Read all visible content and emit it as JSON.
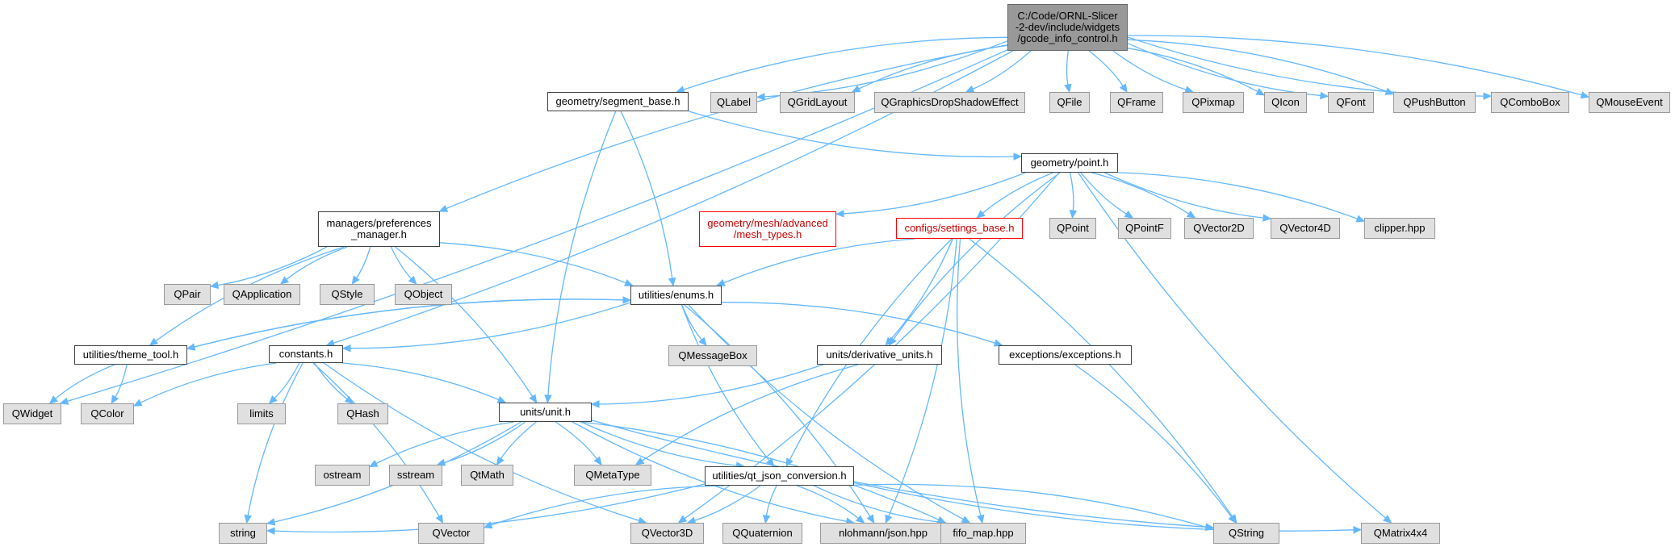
{
  "diagram": {
    "colors": {
      "edge": "#63b8ff",
      "root_fill": "#999999",
      "system_fill": "#e0e0e0",
      "local_fill": "#ffffff",
      "missing_border": "#ff0000"
    },
    "nodes": [
      {
        "id": "root",
        "label": [
          "C:/Code/ORNL-Slicer",
          "-2-dev/include/widgets",
          "/gcode_info_control.h"
        ],
        "kind": "root"
      },
      {
        "id": "qwidget",
        "label": [
          "QWidget"
        ],
        "kind": "sys"
      },
      {
        "id": "prefs",
        "label": [
          "managers/preferences",
          "_manager.h"
        ],
        "kind": "local"
      },
      {
        "id": "constants",
        "label": [
          "constants.h"
        ],
        "kind": "local"
      },
      {
        "id": "segment",
        "label": [
          "geometry/segment_base.h"
        ],
        "kind": "local"
      },
      {
        "id": "qlabel",
        "label": [
          "QLabel"
        ],
        "kind": "sys"
      },
      {
        "id": "qgridlayout",
        "label": [
          "QGridLayout"
        ],
        "kind": "sys"
      },
      {
        "id": "qshadow",
        "label": [
          "QGraphicsDropShadowEffect"
        ],
        "kind": "sys"
      },
      {
        "id": "qfile",
        "label": [
          "QFile"
        ],
        "kind": "sys"
      },
      {
        "id": "qframe",
        "label": [
          "QFrame"
        ],
        "kind": "sys"
      },
      {
        "id": "qpixmap",
        "label": [
          "QPixmap"
        ],
        "kind": "sys"
      },
      {
        "id": "qicon",
        "label": [
          "QIcon"
        ],
        "kind": "sys"
      },
      {
        "id": "qfont",
        "label": [
          "QFont"
        ],
        "kind": "sys"
      },
      {
        "id": "qpushbutton",
        "label": [
          "QPushButton"
        ],
        "kind": "sys"
      },
      {
        "id": "qcombobox",
        "label": [
          "QComboBox"
        ],
        "kind": "sys"
      },
      {
        "id": "qmouseevent",
        "label": [
          "QMouseEvent"
        ],
        "kind": "sys"
      },
      {
        "id": "point",
        "label": [
          "geometry/point.h"
        ],
        "kind": "local"
      },
      {
        "id": "meshtypes",
        "label": [
          "geometry/mesh/advanced",
          "/mesh_types.h"
        ],
        "kind": "err"
      },
      {
        "id": "settings",
        "label": [
          "configs/settings_base.h"
        ],
        "kind": "err"
      },
      {
        "id": "qpoint",
        "label": [
          "QPoint"
        ],
        "kind": "sys"
      },
      {
        "id": "qpointf",
        "label": [
          "QPointF"
        ],
        "kind": "sys"
      },
      {
        "id": "qvector2d",
        "label": [
          "QVector2D"
        ],
        "kind": "sys"
      },
      {
        "id": "qvector4d",
        "label": [
          "QVector4D"
        ],
        "kind": "sys"
      },
      {
        "id": "clipper",
        "label": [
          "clipper.hpp"
        ],
        "kind": "sys"
      },
      {
        "id": "qpair",
        "label": [
          "QPair"
        ],
        "kind": "sys"
      },
      {
        "id": "qapplication",
        "label": [
          "QApplication"
        ],
        "kind": "sys"
      },
      {
        "id": "qstyle",
        "label": [
          "QStyle"
        ],
        "kind": "sys"
      },
      {
        "id": "qobject",
        "label": [
          "QObject"
        ],
        "kind": "sys"
      },
      {
        "id": "enums",
        "label": [
          "utilities/enums.h"
        ],
        "kind": "local"
      },
      {
        "id": "theme",
        "label": [
          "utilities/theme_tool.h"
        ],
        "kind": "local"
      },
      {
        "id": "qmessagebox",
        "label": [
          "QMessageBox"
        ],
        "kind": "sys"
      },
      {
        "id": "derivative",
        "label": [
          "units/derivative_units.h"
        ],
        "kind": "local"
      },
      {
        "id": "exceptions",
        "label": [
          "exceptions/exceptions.h"
        ],
        "kind": "local"
      },
      {
        "id": "qcolor",
        "label": [
          "QColor"
        ],
        "kind": "sys"
      },
      {
        "id": "limits",
        "label": [
          "limits"
        ],
        "kind": "sys"
      },
      {
        "id": "qhash",
        "label": [
          "QHash"
        ],
        "kind": "sys"
      },
      {
        "id": "unit",
        "label": [
          "units/unit.h"
        ],
        "kind": "local"
      },
      {
        "id": "ostream",
        "label": [
          "ostream"
        ],
        "kind": "sys"
      },
      {
        "id": "sstream",
        "label": [
          "sstream"
        ],
        "kind": "sys"
      },
      {
        "id": "qtmath",
        "label": [
          "QtMath"
        ],
        "kind": "sys"
      },
      {
        "id": "qmetatype",
        "label": [
          "QMetaType"
        ],
        "kind": "sys"
      },
      {
        "id": "qtjson",
        "label": [
          "utilities/qt_json_conversion.h"
        ],
        "kind": "local"
      },
      {
        "id": "string",
        "label": [
          "string"
        ],
        "kind": "sys"
      },
      {
        "id": "qvector",
        "label": [
          "QVector"
        ],
        "kind": "sys"
      },
      {
        "id": "qvector3d",
        "label": [
          "QVector3D"
        ],
        "kind": "sys"
      },
      {
        "id": "qquaternion",
        "label": [
          "QQuaternion"
        ],
        "kind": "sys"
      },
      {
        "id": "json",
        "label": [
          "nlohmann/json.hpp"
        ],
        "kind": "sys"
      },
      {
        "id": "fifo",
        "label": [
          "fifo_map.hpp"
        ],
        "kind": "sys"
      },
      {
        "id": "qstring",
        "label": [
          "QString"
        ],
        "kind": "sys"
      },
      {
        "id": "qmatrix",
        "label": [
          "QMatrix4x4"
        ],
        "kind": "sys"
      }
    ],
    "edges": [
      [
        "root",
        "qwidget"
      ],
      [
        "root",
        "prefs"
      ],
      [
        "root",
        "constants"
      ],
      [
        "root",
        "segment"
      ],
      [
        "root",
        "qlabel"
      ],
      [
        "root",
        "qgridlayout"
      ],
      [
        "root",
        "qshadow"
      ],
      [
        "root",
        "qfile"
      ],
      [
        "root",
        "qframe"
      ],
      [
        "root",
        "qpixmap"
      ],
      [
        "root",
        "qicon"
      ],
      [
        "root",
        "qfont"
      ],
      [
        "root",
        "qpushbutton"
      ],
      [
        "root",
        "qcombobox"
      ],
      [
        "root",
        "qmouseevent"
      ],
      [
        "segment",
        "point"
      ],
      [
        "segment",
        "enums"
      ],
      [
        "segment",
        "unit"
      ],
      [
        "point",
        "meshtypes"
      ],
      [
        "point",
        "settings"
      ],
      [
        "point",
        "qpoint"
      ],
      [
        "point",
        "qpointf"
      ],
      [
        "point",
        "qvector2d"
      ],
      [
        "point",
        "qvector4d"
      ],
      [
        "point",
        "clipper"
      ],
      [
        "point",
        "qmatrix"
      ],
      [
        "point",
        "qvector3d"
      ],
      [
        "point",
        "derivative"
      ],
      [
        "prefs",
        "qpair"
      ],
      [
        "prefs",
        "qapplication"
      ],
      [
        "prefs",
        "qstyle"
      ],
      [
        "prefs",
        "qobject"
      ],
      [
        "prefs",
        "enums"
      ],
      [
        "prefs",
        "theme"
      ],
      [
        "prefs",
        "unit"
      ],
      [
        "settings",
        "enums"
      ],
      [
        "settings",
        "derivative"
      ],
      [
        "settings",
        "qtjson"
      ],
      [
        "settings",
        "json"
      ],
      [
        "settings",
        "fifo"
      ],
      [
        "settings",
        "qstring"
      ],
      [
        "enums",
        "theme"
      ],
      [
        "enums",
        "constants"
      ],
      [
        "enums",
        "qmessagebox"
      ],
      [
        "enums",
        "exceptions"
      ],
      [
        "enums",
        "qtjson"
      ],
      [
        "enums",
        "json"
      ],
      [
        "enums",
        "fifo"
      ],
      [
        "theme",
        "enums"
      ],
      [
        "theme",
        "qwidget"
      ],
      [
        "theme",
        "qcolor"
      ],
      [
        "constants",
        "qcolor"
      ],
      [
        "constants",
        "limits"
      ],
      [
        "constants",
        "qhash"
      ],
      [
        "constants",
        "unit"
      ],
      [
        "constants",
        "string"
      ],
      [
        "constants",
        "qvector"
      ],
      [
        "constants",
        "qvector3d"
      ],
      [
        "derivative",
        "unit"
      ],
      [
        "derivative",
        "qmetatype"
      ],
      [
        "exceptions",
        "qstring"
      ],
      [
        "unit",
        "ostream"
      ],
      [
        "unit",
        "sstream"
      ],
      [
        "unit",
        "qtmath"
      ],
      [
        "unit",
        "qmetatype"
      ],
      [
        "unit",
        "qtjson"
      ],
      [
        "unit",
        "string"
      ],
      [
        "unit",
        "json"
      ],
      [
        "unit",
        "fifo"
      ],
      [
        "unit",
        "qstring"
      ],
      [
        "qtjson",
        "string"
      ],
      [
        "qtjson",
        "qvector"
      ],
      [
        "qtjson",
        "qvector3d"
      ],
      [
        "qtjson",
        "qquaternion"
      ],
      [
        "qtjson",
        "json"
      ],
      [
        "qtjson",
        "fifo"
      ],
      [
        "qtjson",
        "qstring"
      ],
      [
        "qtjson",
        "qmatrix"
      ]
    ]
  }
}
